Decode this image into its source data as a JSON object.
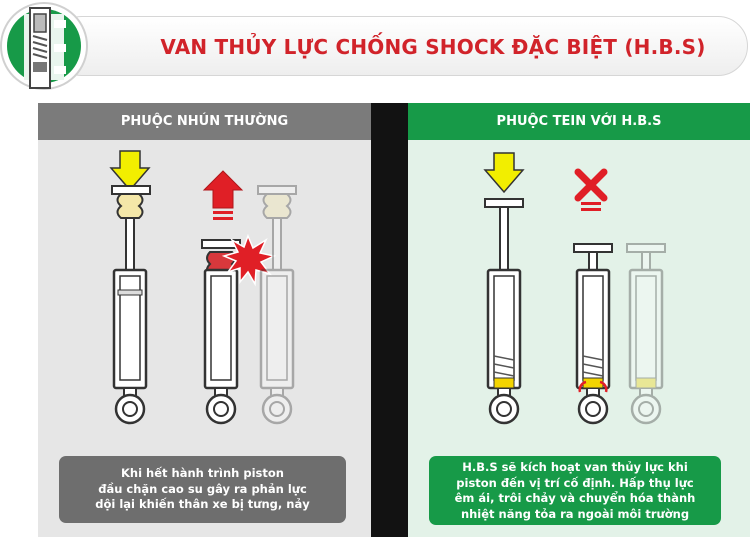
{
  "header": {
    "title": "VAN THỦY LỰC CHỐNG SHOCK ĐẶC BIỆT (H.B.S)",
    "colors": {
      "title": "#d1232a",
      "green": "#179a48",
      "grey": "#7b7b7b"
    }
  },
  "left_panel": {
    "heading": "PHUỘC NHÚN THƯỜNG",
    "caption_lines": [
      "Khi hết hành trình piston",
      "đầu chặn cao su gây ra phản lực",
      "dội lại khiến thân xe bị tưng, nảy"
    ]
  },
  "right_panel": {
    "heading": "PHUỘC TEIN VỚI H.B.S",
    "caption_lines": [
      "H.B.S sẽ kích hoạt van thủy lực khi",
      "piston đến vị trí cố định. Hấp thụ lực",
      "êm ái, trôi chảy và chuyển hóa thành",
      "nhiệt năng tỏa ra ngoài môi trường"
    ]
  },
  "icons": [
    "shock-logo-icon",
    "down-arrow-icon",
    "up-arrow-icon",
    "impact-burst-icon",
    "cross-mark-icon",
    "hydraulic-valve-icon"
  ]
}
